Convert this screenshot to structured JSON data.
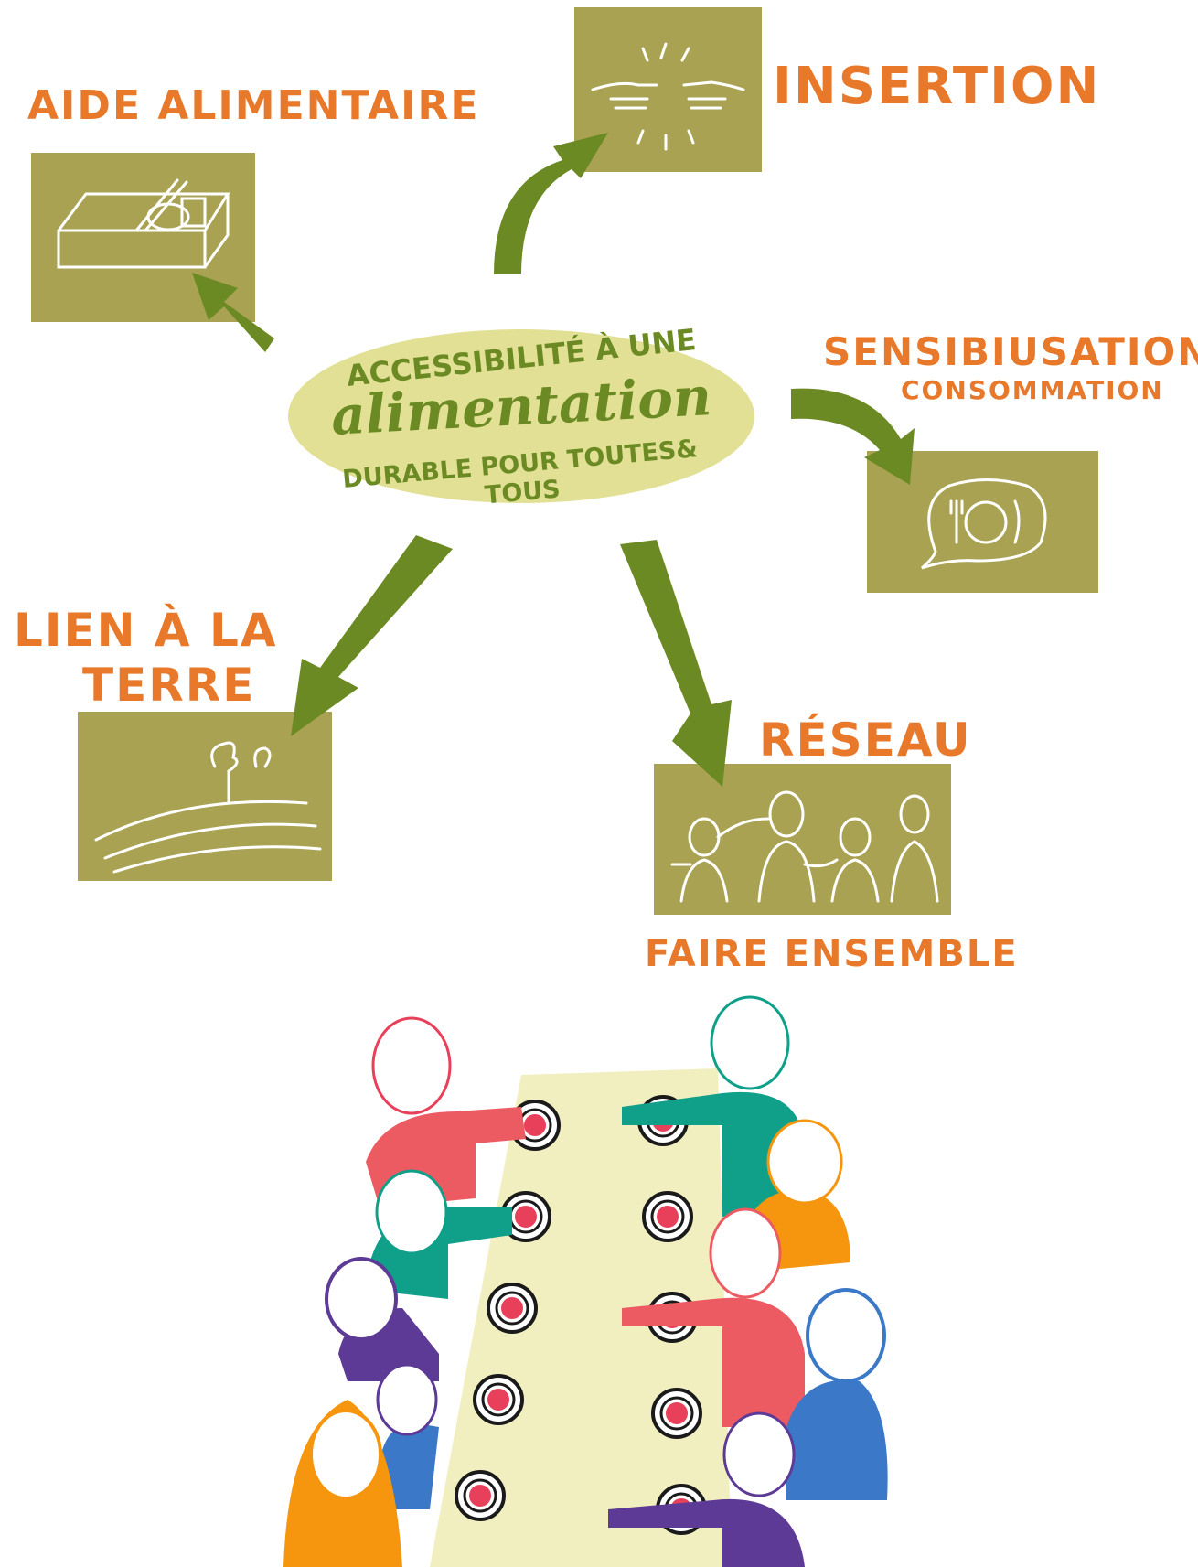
{
  "center": {
    "line1": "ACCESSIBILITÉ À UNE",
    "line2": "alimentation",
    "line3": "DURABLE POUR TOUTES& TOUS"
  },
  "labels": {
    "aide_alimentaire": "AIDE ALIMENTAIRE",
    "insertion": "INSERTION",
    "sensibilisation": "SENSIBIUSATION",
    "consommation": "CONSOMMATION",
    "lien_line1": "LIEN À LA",
    "lien_line2": "TERRE",
    "reseau": "RÉSEAU",
    "faire_ensemble": "FAIRE ENSEMBLE"
  },
  "colors": {
    "panel": "#aaa253",
    "arrow": "#6b8a23",
    "label": "#e8792b",
    "ellipse": "#e1e095",
    "table": "#f1efbf",
    "plate_red": "#e8405a",
    "person_pink": "#ec5a62",
    "person_teal": "#10a08a",
    "person_orange": "#f6960f",
    "person_purple": "#5c3a95",
    "person_blue": "#3b78c7"
  },
  "icons": {
    "aide_alimentaire": "food-box-icon",
    "insertion": "handshake-icon",
    "consommation": "plate-speech-icon",
    "lien_terre": "field-icon",
    "reseau": "people-network-icon"
  }
}
